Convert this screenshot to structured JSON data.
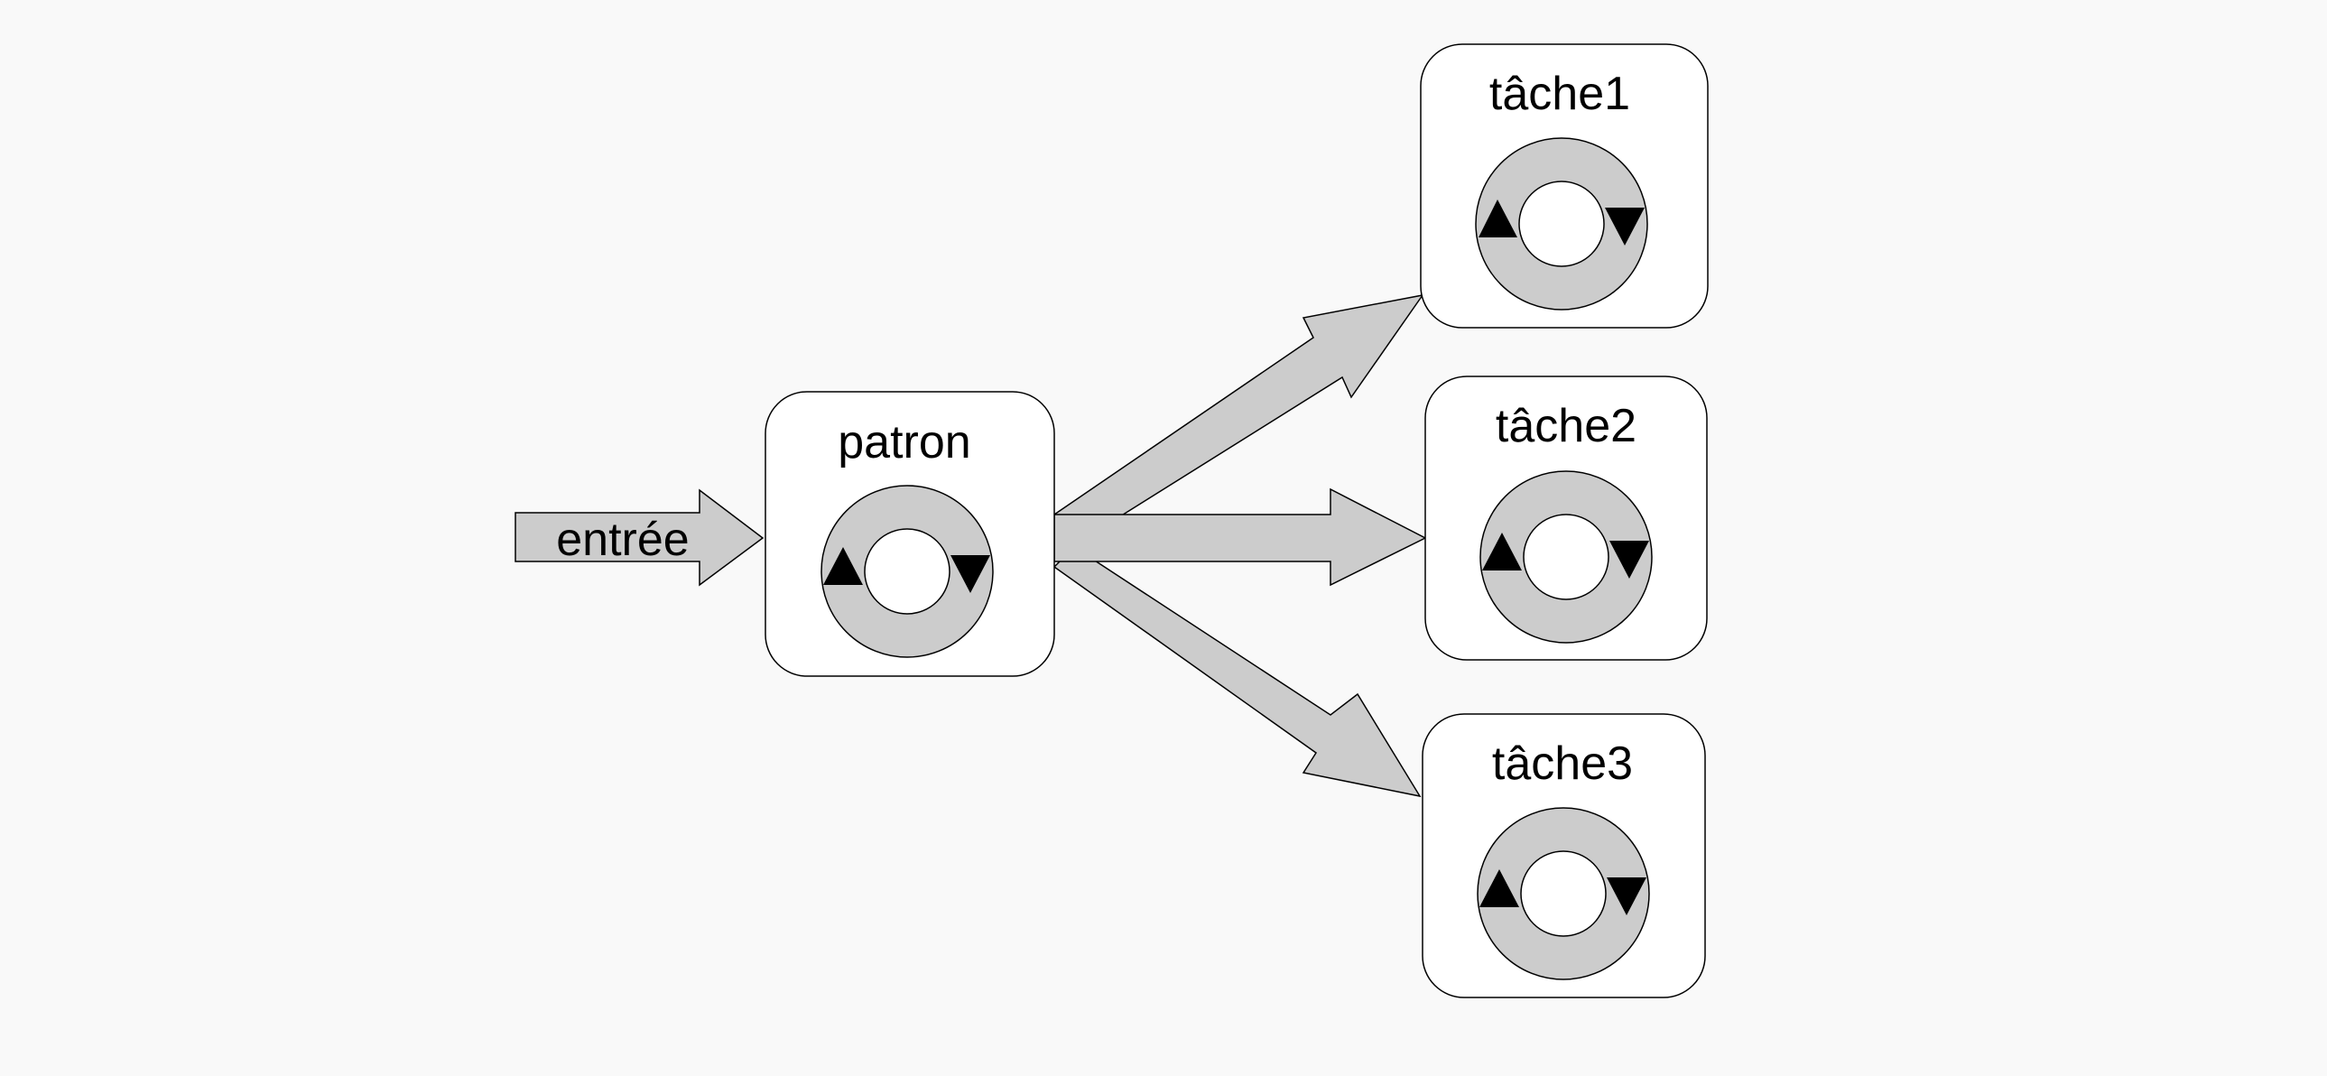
{
  "diagram": {
    "input": {
      "label": "entrée"
    },
    "boss": {
      "label": "patron"
    },
    "tasks": [
      {
        "label": "tâche1"
      },
      {
        "label": "tâche2"
      },
      {
        "label": "tâche3"
      }
    ]
  },
  "colors": {
    "background": "#f9f9f9",
    "arrow_fill": "#cccccc",
    "ring_fill": "#cccccc",
    "box_fill": "#ffffff",
    "stroke": "#000000"
  },
  "icons": [
    "cycle-icon",
    "up-triangle-icon",
    "down-triangle-icon"
  ]
}
